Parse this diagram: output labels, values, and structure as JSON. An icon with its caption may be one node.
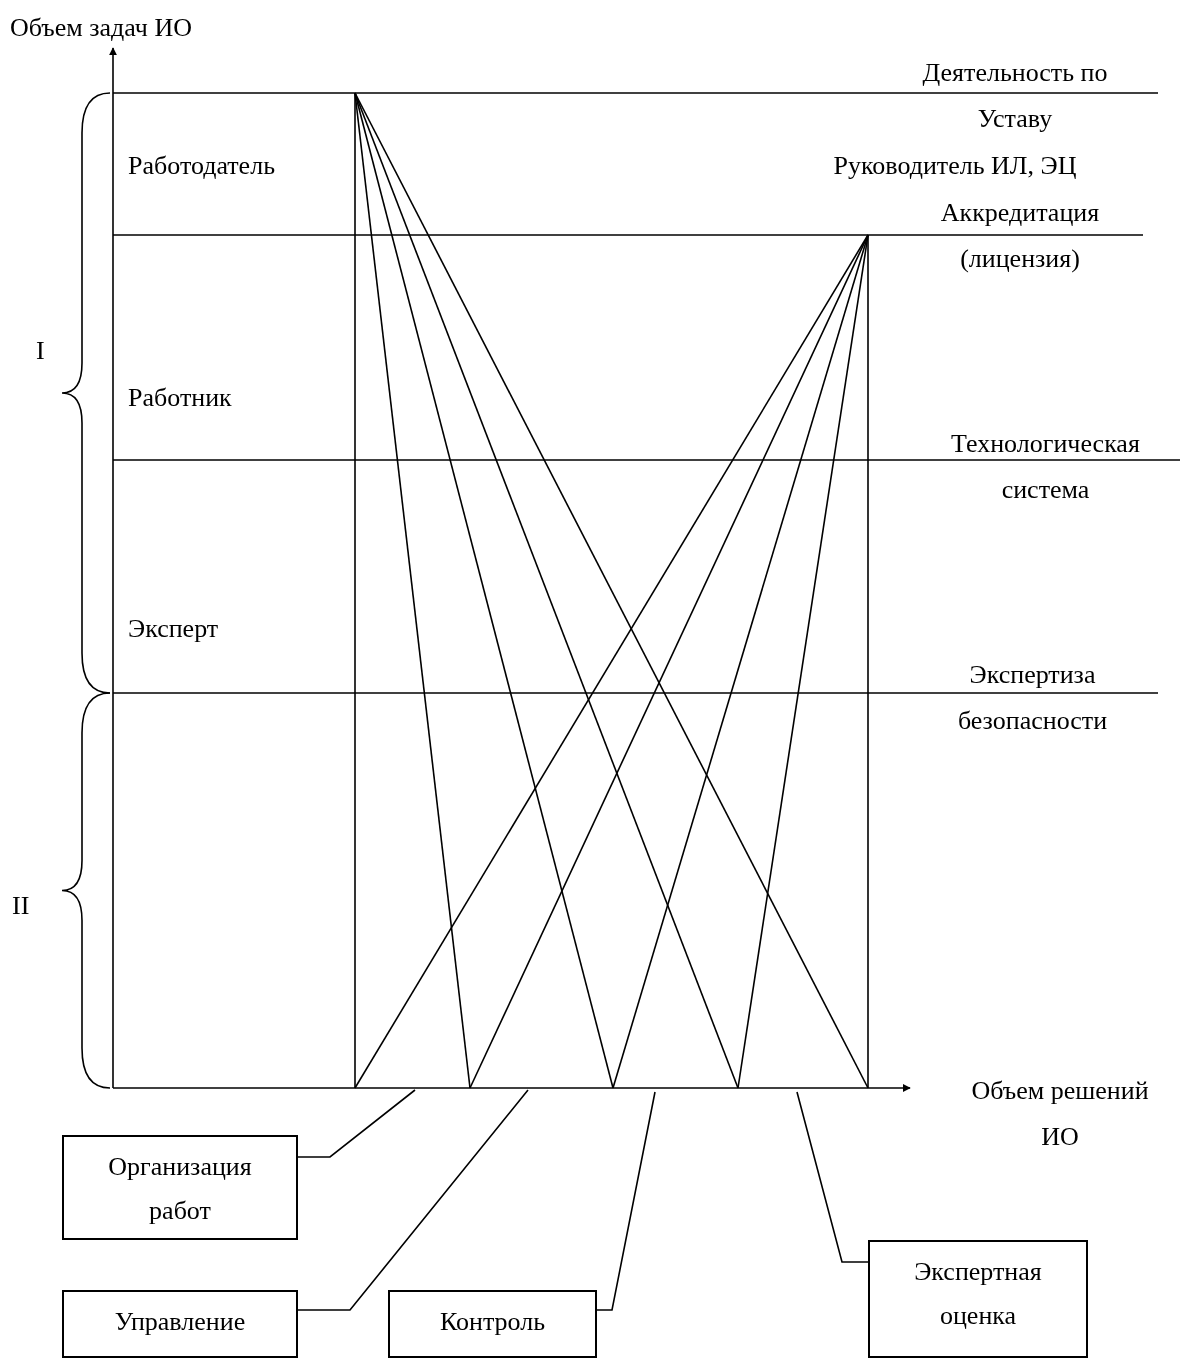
{
  "diagram": {
    "nodes": [
      {
        "text": [
          "Организация работ"
        ]
      },
      {
        "text": [
          "Управление"
        ]
      },
      {
        "text": [
          "Контроль"
        ]
      },
      {
        "text": [
          "Экспертная оценка"
        ]
      }
    ],
    "edges": [
      {
        "from": 0,
        "to": null,
        "arrow": "none"
      },
      {
        "from": 1,
        "to": null,
        "arrow": "none"
      },
      {
        "from": 2,
        "to": null,
        "arrow": "none"
      },
      {
        "from": 3,
        "to": null,
        "arrow": "none"
      }
    ],
    "labels": [
      "Объем задач ИО",
      "Деятельность по Уставу",
      "Работодатель",
      "Руководитель ИЛ, ЭЦ",
      "Аккредитация (лицензия)",
      "I",
      "Работник",
      "Технологическая система",
      "Эксперт",
      "Экспертиза безопасности",
      "II",
      "Объем решений ИО"
    ]
  }
}
